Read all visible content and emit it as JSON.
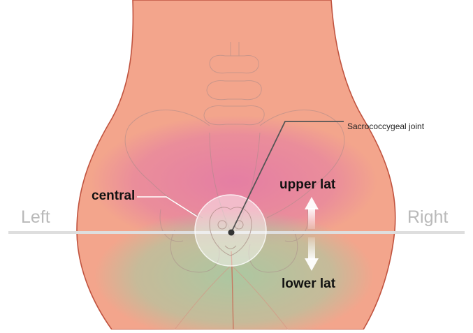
{
  "labels": {
    "left": "Left",
    "right": "Right",
    "central": "central",
    "upper_lat": "upper lat",
    "lower_lat": "lower lat",
    "joint": "Sacrococcygeal joint"
  },
  "colors": {
    "skin": "#f3a58c",
    "skin_outline": "#c0533f",
    "upper_zone": "#e37aa6",
    "lower_zone": "#a8c9a2",
    "divider": "#dedede",
    "arrow": "#ffffff",
    "side_label": "#b9b9b9"
  },
  "icons": {
    "up_arrow": "arrow-up-icon",
    "down_arrow": "arrow-down-icon",
    "point": "joint-point-icon"
  }
}
